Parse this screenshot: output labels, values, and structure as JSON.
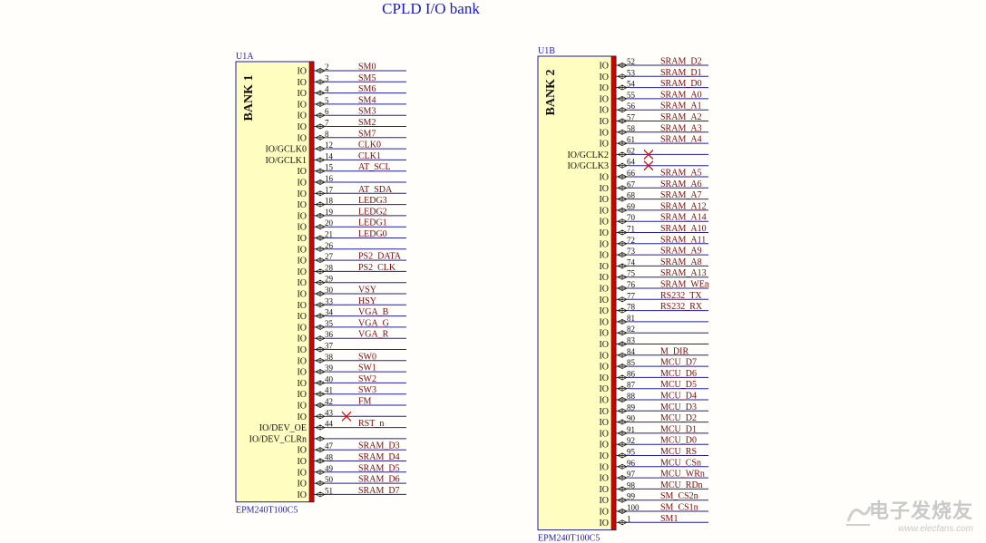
{
  "title": "CPLD I/O bank",
  "watermark": {
    "text": "电子发烧友",
    "url": "www.elecfans.com"
  },
  "colors": {
    "wire": "#1f1fa0",
    "text": "#7a0a0a",
    "pinnum": "#111111",
    "body": "#fffdc0",
    "pinbar": "#d40000",
    "partlabel": "#1f1fa0",
    "nc": "#e00000"
  },
  "parts": [
    {
      "ref": "U1A",
      "bank": "BANK 1",
      "part": "EPM240T100C5",
      "pins": [
        {
          "name": "IO",
          "num": "2",
          "net": "SM0"
        },
        {
          "name": "IO",
          "num": "3",
          "net": "SM5"
        },
        {
          "name": "IO",
          "num": "4",
          "net": "SM6"
        },
        {
          "name": "IO",
          "num": "5",
          "net": "SM4"
        },
        {
          "name": "IO",
          "num": "6",
          "net": "SM3"
        },
        {
          "name": "IO",
          "num": "7",
          "net": "SM2"
        },
        {
          "name": "IO",
          "num": "8",
          "net": "SM7"
        },
        {
          "name": "IO/GCLK0",
          "num": "12",
          "net": "CLK0"
        },
        {
          "name": "IO/GCLK1",
          "num": "14",
          "net": "CLK1"
        },
        {
          "name": "IO",
          "num": "15",
          "net": "AT_SCL"
        },
        {
          "name": "IO",
          "num": "16",
          "net": ""
        },
        {
          "name": "IO",
          "num": "17",
          "net": "AT_SDA"
        },
        {
          "name": "IO",
          "num": "18",
          "net": "LEDG3"
        },
        {
          "name": "IO",
          "num": "19",
          "net": "LEDG2"
        },
        {
          "name": "IO",
          "num": "20",
          "net": "LEDG1"
        },
        {
          "name": "IO",
          "num": "21",
          "net": "LEDG0"
        },
        {
          "name": "IO",
          "num": "26",
          "net": ""
        },
        {
          "name": "IO",
          "num": "27",
          "net": "PS2_DATA"
        },
        {
          "name": "IO",
          "num": "28",
          "net": "PS2_CLK"
        },
        {
          "name": "IO",
          "num": "29",
          "net": ""
        },
        {
          "name": "IO",
          "num": "30",
          "net": "VSY"
        },
        {
          "name": "IO",
          "num": "33",
          "net": "HSY"
        },
        {
          "name": "IO",
          "num": "34",
          "net": "VGA_B"
        },
        {
          "name": "IO",
          "num": "35",
          "net": "VGA_G"
        },
        {
          "name": "IO",
          "num": "36",
          "net": "VGA_R"
        },
        {
          "name": "IO",
          "num": "37",
          "net": ""
        },
        {
          "name": "IO",
          "num": "38",
          "net": "SW0"
        },
        {
          "name": "IO",
          "num": "39",
          "net": "SW1"
        },
        {
          "name": "IO",
          "num": "40",
          "net": "SW2"
        },
        {
          "name": "IO",
          "num": "41",
          "net": "SW3"
        },
        {
          "name": "IO",
          "num": "42",
          "net": "FM"
        },
        {
          "name": "IO",
          "num": "43",
          "net": "",
          "nc": true
        },
        {
          "name": "IO/DEV_OE",
          "num": "44",
          "net": "RST_n"
        },
        {
          "name": "IO/DEV_CLRn",
          "num": "",
          "net": ""
        },
        {
          "name": "IO",
          "num": "47",
          "net": "SRAM_D3"
        },
        {
          "name": "IO",
          "num": "48",
          "net": "SRAM_D4"
        },
        {
          "name": "IO",
          "num": "49",
          "net": "SRAM_D5"
        },
        {
          "name": "IO",
          "num": "50",
          "net": "SRAM_D6"
        },
        {
          "name": "IO",
          "num": "51",
          "net": "SRAM_D7"
        }
      ]
    },
    {
      "ref": "U1B",
      "bank": "BANK 2",
      "part": "EPM240T100C5",
      "pins": [
        {
          "name": "IO",
          "num": "52",
          "net": "SRAM_D2"
        },
        {
          "name": "IO",
          "num": "53",
          "net": "SRAM_D1"
        },
        {
          "name": "IO",
          "num": "54",
          "net": "SRAM_D0"
        },
        {
          "name": "IO",
          "num": "55",
          "net": "SRAM_A0"
        },
        {
          "name": "IO",
          "num": "56",
          "net": "SRAM_A1"
        },
        {
          "name": "IO",
          "num": "57",
          "net": "SRAM_A2"
        },
        {
          "name": "IO",
          "num": "58",
          "net": "SRAM_A3"
        },
        {
          "name": "IO",
          "num": "61",
          "net": "SRAM_A4"
        },
        {
          "name": "IO/GCLK2",
          "num": "62",
          "net": "",
          "nc": true
        },
        {
          "name": "IO/GCLK3",
          "num": "64",
          "net": "",
          "nc": true
        },
        {
          "name": "IO",
          "num": "66",
          "net": "SRAM_A5"
        },
        {
          "name": "IO",
          "num": "67",
          "net": "SRAM_A6"
        },
        {
          "name": "IO",
          "num": "68",
          "net": "SRAM_A7"
        },
        {
          "name": "IO",
          "num": "69",
          "net": "SRAM_A12"
        },
        {
          "name": "IO",
          "num": "70",
          "net": "SRAM_A14"
        },
        {
          "name": "IO",
          "num": "71",
          "net": "SRAM_A10"
        },
        {
          "name": "IO",
          "num": "72",
          "net": "SRAM_A11"
        },
        {
          "name": "IO",
          "num": "73",
          "net": "SRAM_A9"
        },
        {
          "name": "IO",
          "num": "74",
          "net": "SRAM_A8"
        },
        {
          "name": "IO",
          "num": "75",
          "net": "SRAM_A13"
        },
        {
          "name": "IO",
          "num": "76",
          "net": "SRAM_WEn"
        },
        {
          "name": "IO",
          "num": "77",
          "net": "RS232_TX"
        },
        {
          "name": "IO",
          "num": "78",
          "net": "RS232_RX"
        },
        {
          "name": "IO",
          "num": "81",
          "net": ""
        },
        {
          "name": "IO",
          "num": "82",
          "net": ""
        },
        {
          "name": "IO",
          "num": "83",
          "net": ""
        },
        {
          "name": "IO",
          "num": "84",
          "net": "M_DIR"
        },
        {
          "name": "IO",
          "num": "85",
          "net": "MCU_D7"
        },
        {
          "name": "IO",
          "num": "86",
          "net": "MCU_D6"
        },
        {
          "name": "IO",
          "num": "87",
          "net": "MCU_D5"
        },
        {
          "name": "IO",
          "num": "88",
          "net": "MCU_D4"
        },
        {
          "name": "IO",
          "num": "89",
          "net": "MCU_D3"
        },
        {
          "name": "IO",
          "num": "90",
          "net": "MCU_D2"
        },
        {
          "name": "IO",
          "num": "91",
          "net": "MCU_D1"
        },
        {
          "name": "IO",
          "num": "92",
          "net": "MCU_D0"
        },
        {
          "name": "IO",
          "num": "95",
          "net": "MCU_RS"
        },
        {
          "name": "IO",
          "num": "96",
          "net": "MCU_CSn"
        },
        {
          "name": "IO",
          "num": "97",
          "net": "MCU_WRn"
        },
        {
          "name": "IO",
          "num": "98",
          "net": "MCU_RDn"
        },
        {
          "name": "IO",
          "num": "99",
          "net": "SM_CS2n"
        },
        {
          "name": "IO",
          "num": "100",
          "net": "SM_CS1n"
        },
        {
          "name": "IO",
          "num": "1",
          "net": "SM1"
        }
      ]
    }
  ]
}
